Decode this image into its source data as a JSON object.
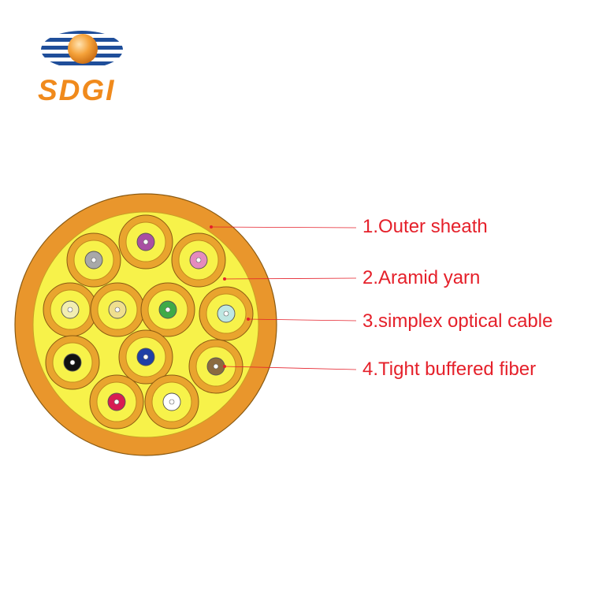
{
  "brand": {
    "name": "SDGI",
    "colors": {
      "stripes": "#1f4e9a",
      "sphere": "#f5a23a",
      "text": "#f08a1c"
    }
  },
  "labels": [
    {
      "id": "outer-sheath",
      "text": "1.Outer sheath"
    },
    {
      "id": "aramid-yarn",
      "text": "2.Aramid yarn"
    },
    {
      "id": "simplex-optical-cable",
      "text": "3.simplex optical cable"
    },
    {
      "id": "tight-buffered-fiber",
      "text": "4.Tight buffered fiber"
    }
  ],
  "cable": {
    "sheath_color": "#e9962c",
    "yarn_color": "#f7f24a",
    "unit_ring_color": "#e9a42e",
    "label_color": "#e5202a",
    "fiber_colors": [
      "violet",
      "slate",
      "rose",
      "ivory",
      "ivory",
      "green",
      "aqua",
      "black",
      "blue",
      "brown",
      "red",
      "white"
    ],
    "fiber_hex": [
      "#a94fa3",
      "#a8a8a8",
      "#e58bbd",
      "#f2eeb0",
      "#efdf8e",
      "#3faa47",
      "#bfe7e2",
      "#111111",
      "#1f3fa6",
      "#8b6a40",
      "#d81c52",
      "#ffffff"
    ]
  }
}
